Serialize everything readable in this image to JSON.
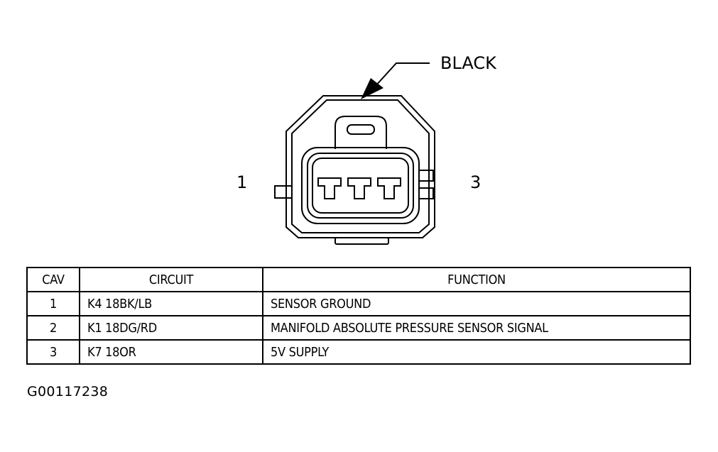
{
  "connector": {
    "color_label": "BLACK",
    "pin_left_label": "1",
    "pin_right_label": "3"
  },
  "table": {
    "headers": {
      "cav": "CAV",
      "circuit": "CIRCUIT",
      "function": "FUNCTION"
    },
    "rows": [
      {
        "cav": "1",
        "circuit": "K4 18BK/LB",
        "function": "SENSOR GROUND"
      },
      {
        "cav": "2",
        "circuit": "K1 18DG/RD",
        "function": "MANIFOLD ABSOLUTE PRESSURE SENSOR SIGNAL"
      },
      {
        "cav": "3",
        "circuit": "K7 18OR",
        "function": "5V SUPPLY"
      }
    ]
  },
  "figure_id": "G00117238"
}
